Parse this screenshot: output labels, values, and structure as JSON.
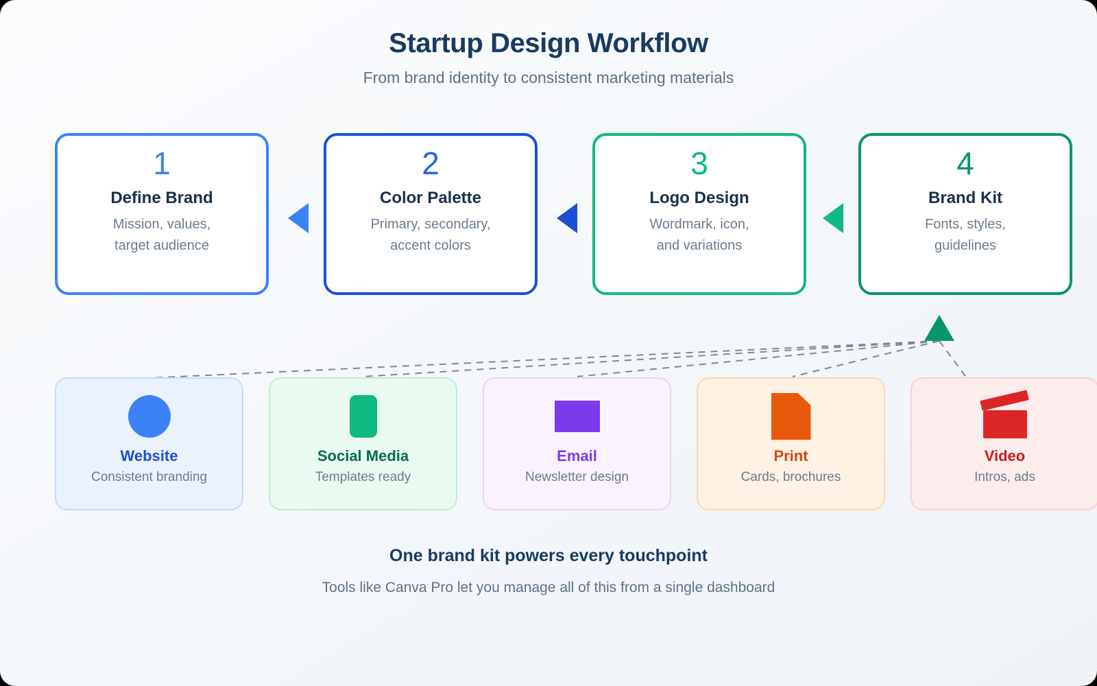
{
  "header": {
    "title": "Startup Design Workflow",
    "subtitle": "From brand identity to consistent marketing materials"
  },
  "steps": [
    {
      "number": "1",
      "title": "Define Brand",
      "desc": "Mission, values,\ntarget audience",
      "color": "#3b82f6",
      "number_color": "#3b82f6"
    },
    {
      "number": "2",
      "title": "Color Palette",
      "desc": "Primary, secondary,\naccent colors",
      "color": "#1d4ed8",
      "number_color": "#2563eb"
    },
    {
      "number": "3",
      "title": "Logo Design",
      "desc": "Wordmark, icon,\nand variations",
      "color": "#10b981",
      "number_color": "#10b981"
    },
    {
      "number": "4",
      "title": "Brand Kit",
      "desc": "Fonts, styles,\nguidelines",
      "color": "#059669",
      "number_color": "#059669"
    }
  ],
  "step_arrows": [
    {
      "direction": "left",
      "color": "#3b82f6"
    },
    {
      "direction": "left",
      "color": "#1d4ed8"
    },
    {
      "direction": "left",
      "color": "#10b981"
    }
  ],
  "hub_arrow": {
    "direction": "up",
    "color": "#059669"
  },
  "connector_style": {
    "color": "#7b8794",
    "dash": "10 8",
    "width": 2
  },
  "touchpoints": [
    {
      "label": "Website",
      "desc": "Consistent branding",
      "icon": "circle-icon",
      "icon_color": "#3b82f6",
      "label_color": "#1d4ed8",
      "bg": "#eaf2fe",
      "border": "#c6daf8"
    },
    {
      "label": "Social Media",
      "desc": "Templates ready",
      "icon": "phone-icon",
      "icon_color": "#10b981",
      "label_color": "#046c4e",
      "bg": "#e9fbf1",
      "border": "#bdeed1"
    },
    {
      "label": "Email",
      "desc": "Newsletter design",
      "icon": "envelope-icon",
      "icon_color": "#7c3aed",
      "label_color": "#7c3aed",
      "bg": "#faf2fe",
      "border": "#e8d4fa"
    },
    {
      "label": "Print",
      "desc": "Cards, brochures",
      "icon": "document-icon",
      "icon_color": "#e8590c",
      "label_color": "#d2490a",
      "bg": "#fef2e4",
      "border": "#fad9ae"
    },
    {
      "label": "Video",
      "desc": "Intros, ads",
      "icon": "clapperboard-icon",
      "icon_color": "#dc2626",
      "label_color": "#c41f1f",
      "bg": "#fdecec",
      "border": "#fbcfcf"
    }
  ],
  "footer": {
    "title": "One brand kit powers every touchpoint",
    "subtitle": "Tools like Canva Pro let you manage all of this from a single dashboard"
  }
}
